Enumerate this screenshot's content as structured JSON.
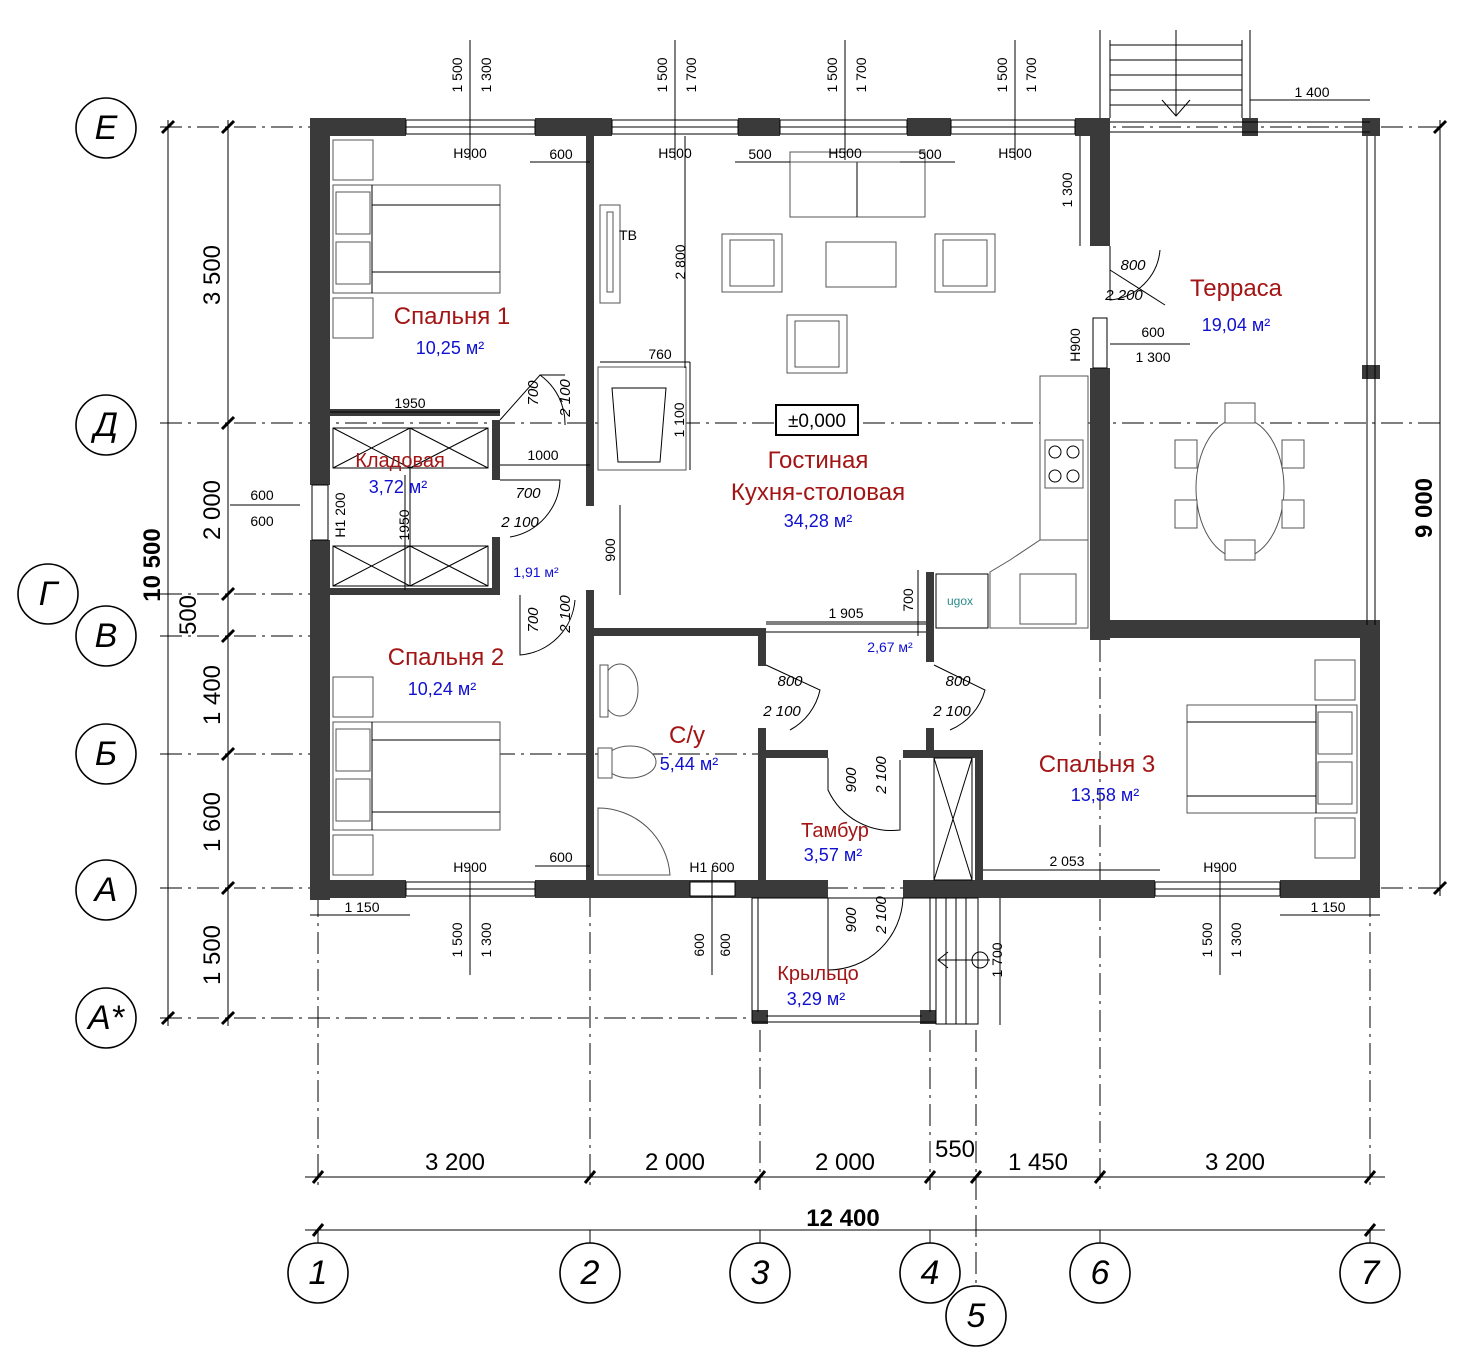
{
  "axes": {
    "rows": [
      "Е",
      "Д",
      "Г",
      "В",
      "Б",
      "А",
      "А*"
    ],
    "cols": [
      "1",
      "2",
      "3",
      "4",
      "5",
      "6",
      "7"
    ]
  },
  "rooms": {
    "bedroom1": {
      "name": "Спальня 1",
      "area": "10,25 м²"
    },
    "bedroom2": {
      "name": "Спальня 2",
      "area": "10,24 м²"
    },
    "bedroom3": {
      "name": "Спальня 3",
      "area": "13,58 м²"
    },
    "storage": {
      "name": "Кладовая",
      "area": "3,72 м²"
    },
    "living": {
      "name1": "Гостиная",
      "name2": "Кухня-столовая",
      "area": "34,28 м²"
    },
    "terrace": {
      "name": "Терраса",
      "area": "19,04 м²"
    },
    "bathroom": {
      "name": "С/у",
      "area": "5,44 м²"
    },
    "vestibule": {
      "name": "Тамбур",
      "area": "3,57 м²"
    },
    "porch": {
      "name": "Крыльцо",
      "area": "3,29 м²"
    },
    "corridor_small": {
      "area": "1,91 м²"
    },
    "hall": {
      "area": "2,67 м²"
    }
  },
  "level_mark": "±0,000",
  "labels": {
    "tv": "ТВ",
    "plumbing": "ugox"
  },
  "dims": {
    "bottom_segments": [
      "3 200",
      "2 000",
      "2 000",
      "550",
      "1 450",
      "3 200"
    ],
    "bottom_total": "12 400",
    "left_segments": [
      "3 500",
      "2 000",
      "500",
      "1 400",
      "1 600",
      "1 500"
    ],
    "left_total": "10 500",
    "right_total": "9 000",
    "window_h900": "Н900",
    "window_h500": "Н500",
    "window_h1600": "Н1 600",
    "window_h1200": "Н1 200",
    "window_h900_v": "Н900",
    "d1500": "1 500",
    "d1300": "1 300",
    "d1700": "1 700",
    "d600": "600",
    "d500": "500",
    "d1400": "1 400",
    "d1150": "1 150",
    "d2800": "2 800",
    "d760": "760",
    "d1100": "1 100",
    "d1950": "1950",
    "d1000": "1000",
    "d900": "900",
    "d1905": "1 905",
    "d700": "700",
    "d2053": "2 053",
    "d2200": "2 200",
    "d800": "800",
    "d2100": "2 100"
  }
}
